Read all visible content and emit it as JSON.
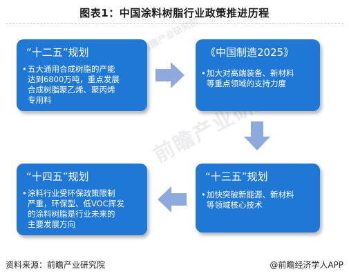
{
  "title": "图表1：中国涂料树脂行业政策推进历程",
  "colors": {
    "box": "#1f77d6",
    "arrow": "#8ea9dc"
  },
  "boxes": {
    "b12": {
      "heading": "“十二五”规划",
      "lines": [
        "五大通用合成树脂的产能",
        "达到6800万吨，重点发展",
        "合成树脂聚乙烯、聚丙烯",
        "专用料"
      ]
    },
    "made2025": {
      "heading": "《中国制造2025》",
      "lines": [
        "加大对高端装备、新材料",
        "等重点领域的支持力度"
      ]
    },
    "b13": {
      "heading": "“十三五”规划",
      "lines": [
        "加快突破新能源、新材料",
        "等领域核心技术"
      ]
    },
    "b14": {
      "heading": "“十四五”规划",
      "lines": [
        "涂料行业受环保政策限制",
        "严重，环保型、低VOC挥发",
        "的涂料树脂是行业未来的",
        "主要发展方向"
      ]
    }
  },
  "watermark": "前瞻产业研究院",
  "footer": {
    "source": "资料来源：前瞻产业研究院",
    "brand": "@前瞻经济学人APP"
  }
}
